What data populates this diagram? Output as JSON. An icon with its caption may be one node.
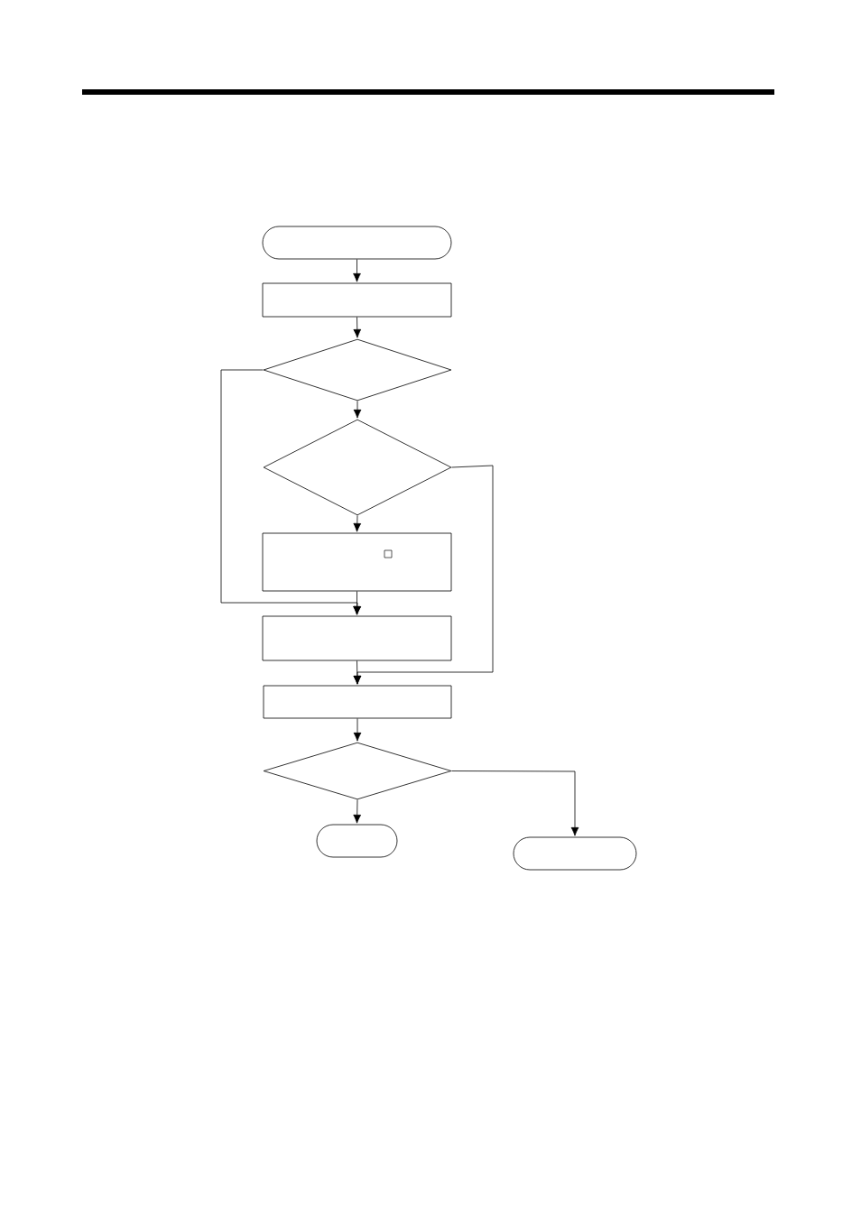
{
  "diagram": {
    "nodes": [
      {
        "text": [],
        "shape": "capsule"
      },
      {
        "text": [],
        "shape": "box"
      },
      {
        "text": [],
        "shape": "diamond"
      },
      {
        "text": [],
        "shape": "diamond"
      },
      {
        "text": [],
        "shape": "box"
      },
      {
        "text": [],
        "shape": "box"
      },
      {
        "text": [],
        "shape": "box"
      },
      {
        "text": [],
        "shape": "diamond"
      },
      {
        "text": [],
        "shape": "capsule"
      },
      {
        "text": [],
        "shape": "capsule"
      }
    ],
    "edges": [
      {
        "from": 0,
        "to": 1,
        "arrow": "to"
      },
      {
        "from": 1,
        "to": 2,
        "arrow": "to"
      },
      {
        "from": 2,
        "to": 3,
        "arrow": "to"
      },
      {
        "from": 3,
        "to": 4,
        "arrow": "to"
      },
      {
        "from": 4,
        "to": 5,
        "arrow": "to"
      },
      {
        "from": 2,
        "to": 5,
        "arrow": "to"
      },
      {
        "from": 5,
        "to": 6,
        "arrow": "to"
      },
      {
        "from": 3,
        "to": 6,
        "arrow": "to"
      },
      {
        "from": 6,
        "to": 7,
        "arrow": "to"
      },
      {
        "from": 7,
        "to": 8,
        "arrow": "to"
      },
      {
        "from": 7,
        "to": 9,
        "arrow": "to"
      }
    ]
  }
}
